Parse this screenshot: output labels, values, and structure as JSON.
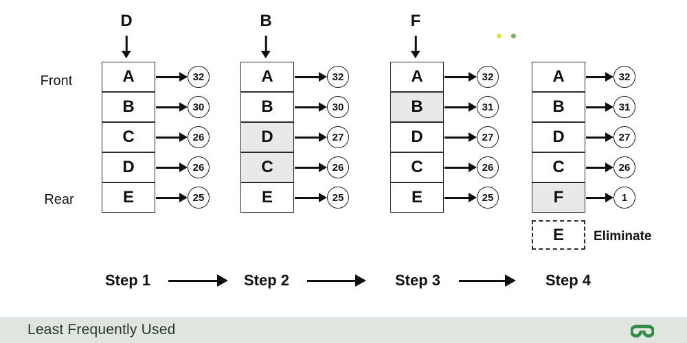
{
  "labels": {
    "front": "Front",
    "rear": "Rear"
  },
  "colors": {
    "footer_bg": "#dfe5df",
    "footer_text": "#2b342b",
    "logo_green": "#2f8d46",
    "highlight": "#e9e9e9",
    "dot_yellow": "#e4e23d",
    "dot_green": "#7cb350"
  },
  "decor": {
    "dots": [
      "yellow",
      "green"
    ]
  },
  "footer": {
    "title": "Least Frequently Used",
    "logo": "geeksforgeeks-logo"
  },
  "steps": [
    {
      "label": "Step 1",
      "incoming": "D",
      "cells": [
        {
          "key": "A",
          "count": "32",
          "highlight": false
        },
        {
          "key": "B",
          "count": "30",
          "highlight": false
        },
        {
          "key": "C",
          "count": "26",
          "highlight": false
        },
        {
          "key": "D",
          "count": "26",
          "highlight": false
        },
        {
          "key": "E",
          "count": "25",
          "highlight": false
        }
      ]
    },
    {
      "label": "Step 2",
      "incoming": "B",
      "cells": [
        {
          "key": "A",
          "count": "32",
          "highlight": false
        },
        {
          "key": "B",
          "count": "30",
          "highlight": false
        },
        {
          "key": "D",
          "count": "27",
          "highlight": true
        },
        {
          "key": "C",
          "count": "26",
          "highlight": true
        },
        {
          "key": "E",
          "count": "25",
          "highlight": false
        }
      ]
    },
    {
      "label": "Step 3",
      "incoming": "F",
      "cells": [
        {
          "key": "A",
          "count": "32",
          "highlight": false
        },
        {
          "key": "B",
          "count": "31",
          "highlight": true
        },
        {
          "key": "D",
          "count": "27",
          "highlight": false
        },
        {
          "key": "C",
          "count": "26",
          "highlight": false
        },
        {
          "key": "E",
          "count": "25",
          "highlight": false
        }
      ]
    },
    {
      "label": "Step 4",
      "incoming": null,
      "cells": [
        {
          "key": "A",
          "count": "32",
          "highlight": false
        },
        {
          "key": "B",
          "count": "31",
          "highlight": false
        },
        {
          "key": "D",
          "count": "27",
          "highlight": false
        },
        {
          "key": "C",
          "count": "26",
          "highlight": false
        },
        {
          "key": "F",
          "count": "1",
          "highlight": true
        }
      ],
      "eliminated": {
        "key": "E",
        "label": "Eliminate"
      }
    }
  ]
}
